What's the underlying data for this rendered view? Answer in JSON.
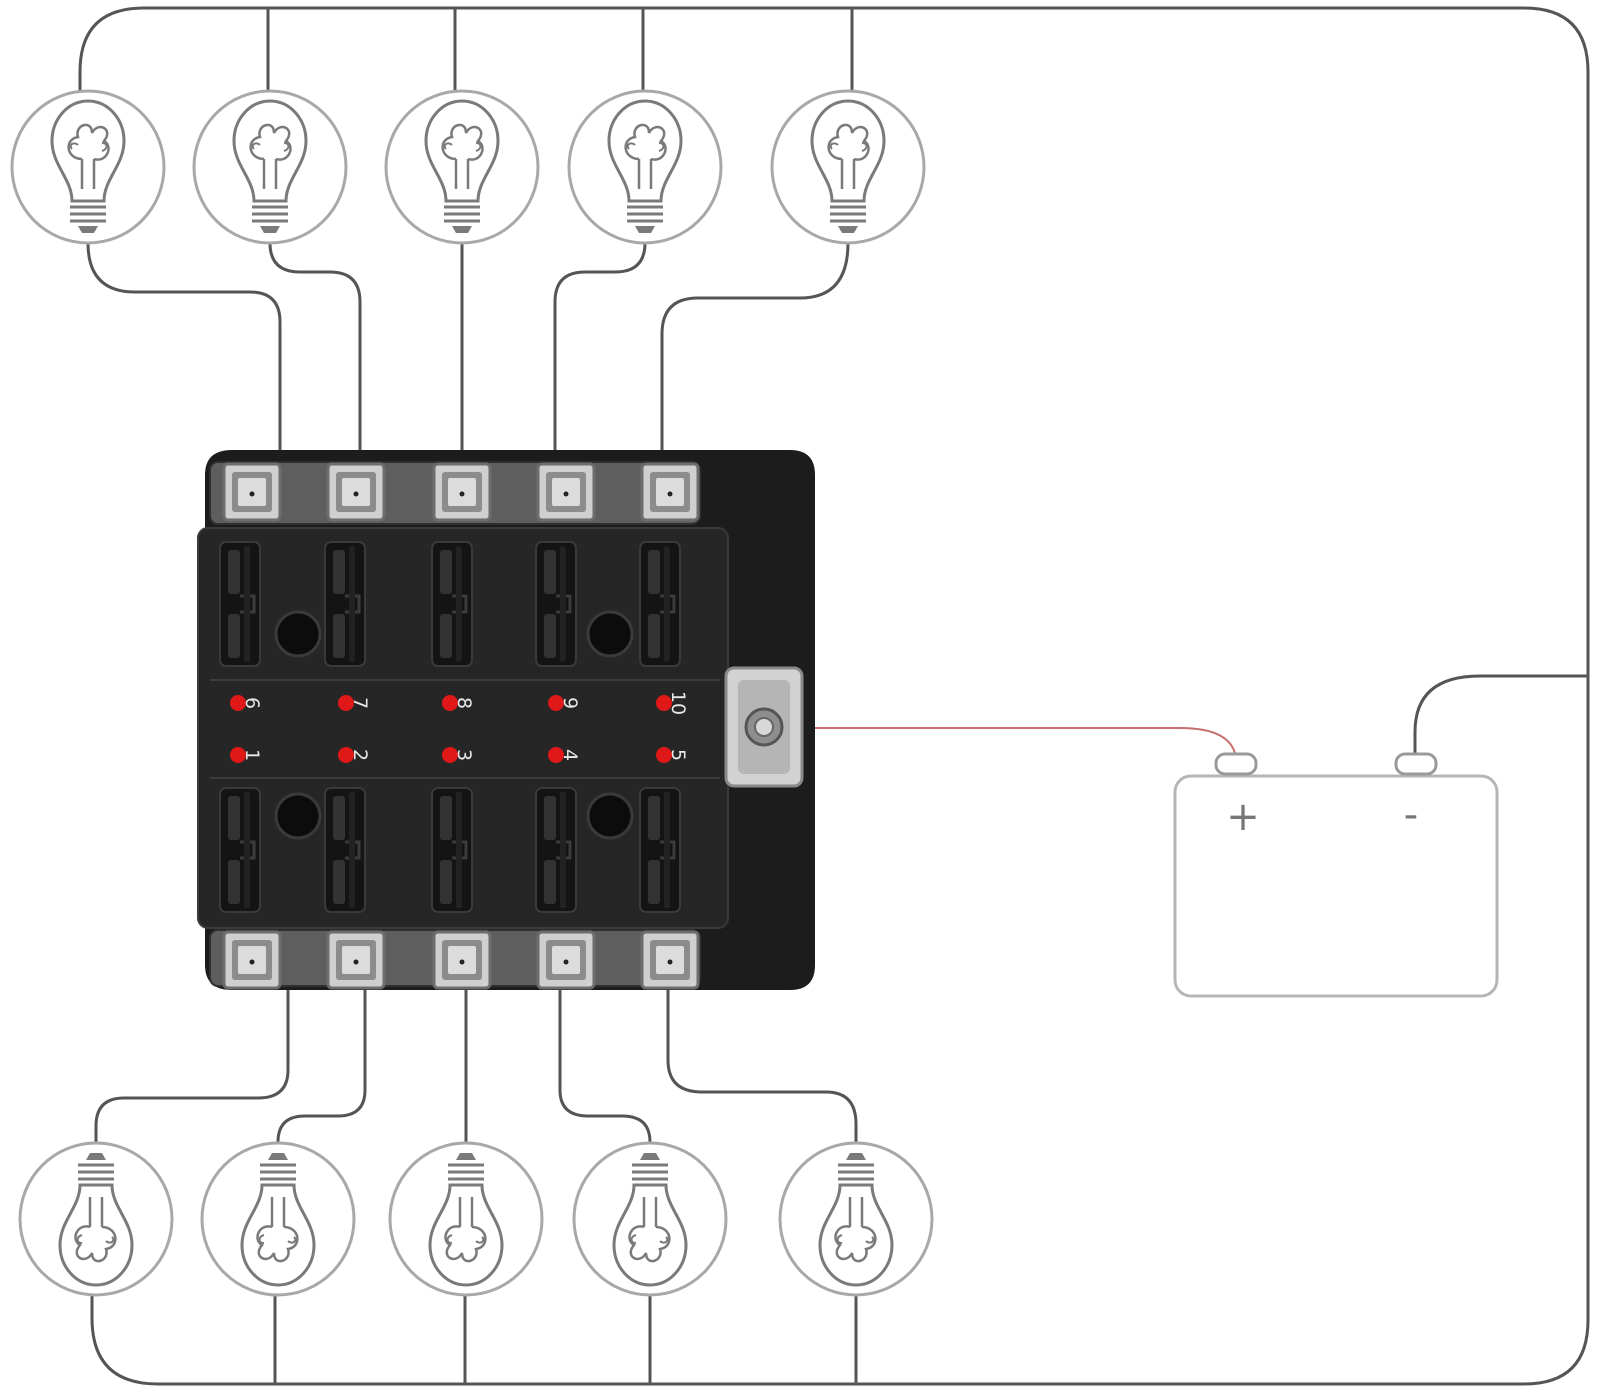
{
  "colors": {
    "background": "#ffffff",
    "wire": "#555555",
    "lamp_outline": "#7a7a7a",
    "lamp_ring": "#a8a8a8",
    "fuse_box_body": "#1c1c1c",
    "fuse_box_panel": "#262626",
    "terminal_metal": "#cfcfcf",
    "led_red": "#e01818",
    "positive_wire": "#c87070",
    "battery_outline": "#b5b5b5"
  },
  "icons": {
    "lamp": "light-bulb-icon",
    "battery": "battery-icon",
    "fuse": "blade-fuse-icon",
    "led": "indicator-led-icon"
  },
  "fuse_box": {
    "fuse_labels": [
      "1",
      "2",
      "3",
      "4",
      "5",
      "6",
      "7",
      "8",
      "9",
      "10"
    ],
    "top_lamp_count": 5,
    "bottom_lamp_count": 5
  },
  "battery": {
    "positive_label": "+",
    "negative_label": "-"
  }
}
